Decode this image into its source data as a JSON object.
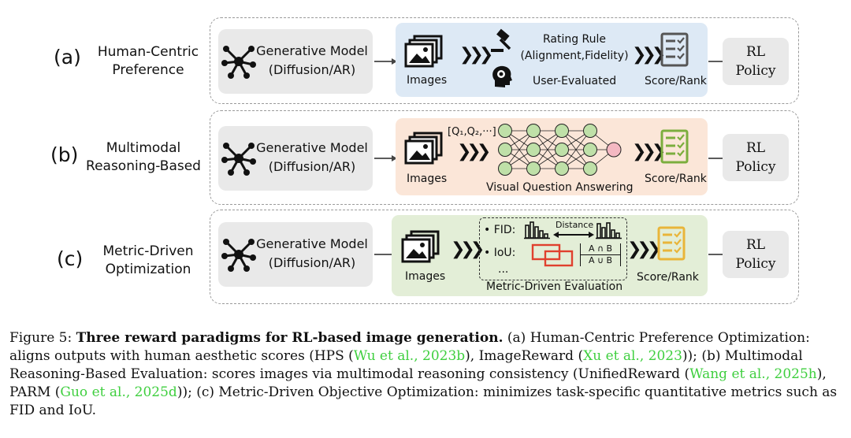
{
  "rows": [
    {
      "letter": "(a)",
      "label_line1": "Human-Centric",
      "label_line2": "Preference",
      "gen_line1": "Generative Model",
      "gen_line2": "(Diffusion/AR)",
      "images_label": "Images",
      "rule_line1": "Rating Rule",
      "rule_line2": "(Alignment,Fidelity)",
      "user_label": "User-Evaluated",
      "score_label": "Score/Rank",
      "rl_line1": "RL",
      "rl_line2": "Policy",
      "panel_color": "#dde9f5",
      "checklist_color": "#555555"
    },
    {
      "letter": "(b)",
      "label_line1": "Multimodal",
      "label_line2": "Reasoning-Based",
      "gen_line1": "Generative Model",
      "gen_line2": "(Diffusion/AR)",
      "images_label": "Images",
      "q_label": "[Q₁,Q₂,···]",
      "vqa_label": "Visual Question Answering",
      "score_label": "Score/Rank",
      "rl_line1": "RL",
      "rl_line2": "Policy",
      "panel_color": "#fbe6d8",
      "checklist_color": "#7cae3e"
    },
    {
      "letter": "(c)",
      "label_line1": "Metric-Driven",
      "label_line2": "Optimization",
      "gen_line1": "Generative Model",
      "gen_line2": "(Diffusion/AR)",
      "images_label": "Images",
      "fid_label": "• FID:",
      "distance_label": "Distance",
      "iou_label": "• IoU:",
      "iou_num": "A ∩ B",
      "iou_den": "A ∪ B",
      "dots_label": "...",
      "eval_label": "Metric-Driven Evaluation",
      "score_label": "Score/Rank",
      "rl_line1": "RL",
      "rl_line2": "Policy",
      "panel_color": "#e3eed7",
      "checklist_color": "#e9b53a"
    }
  ],
  "caption": {
    "prefix": "Figure 5: ",
    "title": "Three reward paradigms for RL-based image generation.",
    "t1": " (a) Human-Centric Preference Optimization: aligns outputs with human aesthetic scores (HPS (",
    "c1": "Wu et al., 2023b",
    "t2": "), ImageReward (",
    "c2": "Xu et al., 2023",
    "t3": ")); (b) Multimodal Reasoning-Based Evaluation: scores images via multimodal reasoning consistency (UnifiedReward (",
    "c3": "Wang et al., 2025h",
    "t4": "), PARM (",
    "c4": "Guo et al., 2025d",
    "t5": ")); (c) Metric-Driven Objective Optimization: minimizes task-specific quantitative metrics such as FID and IoU.",
    "citation_color": "#3fcf3f"
  }
}
